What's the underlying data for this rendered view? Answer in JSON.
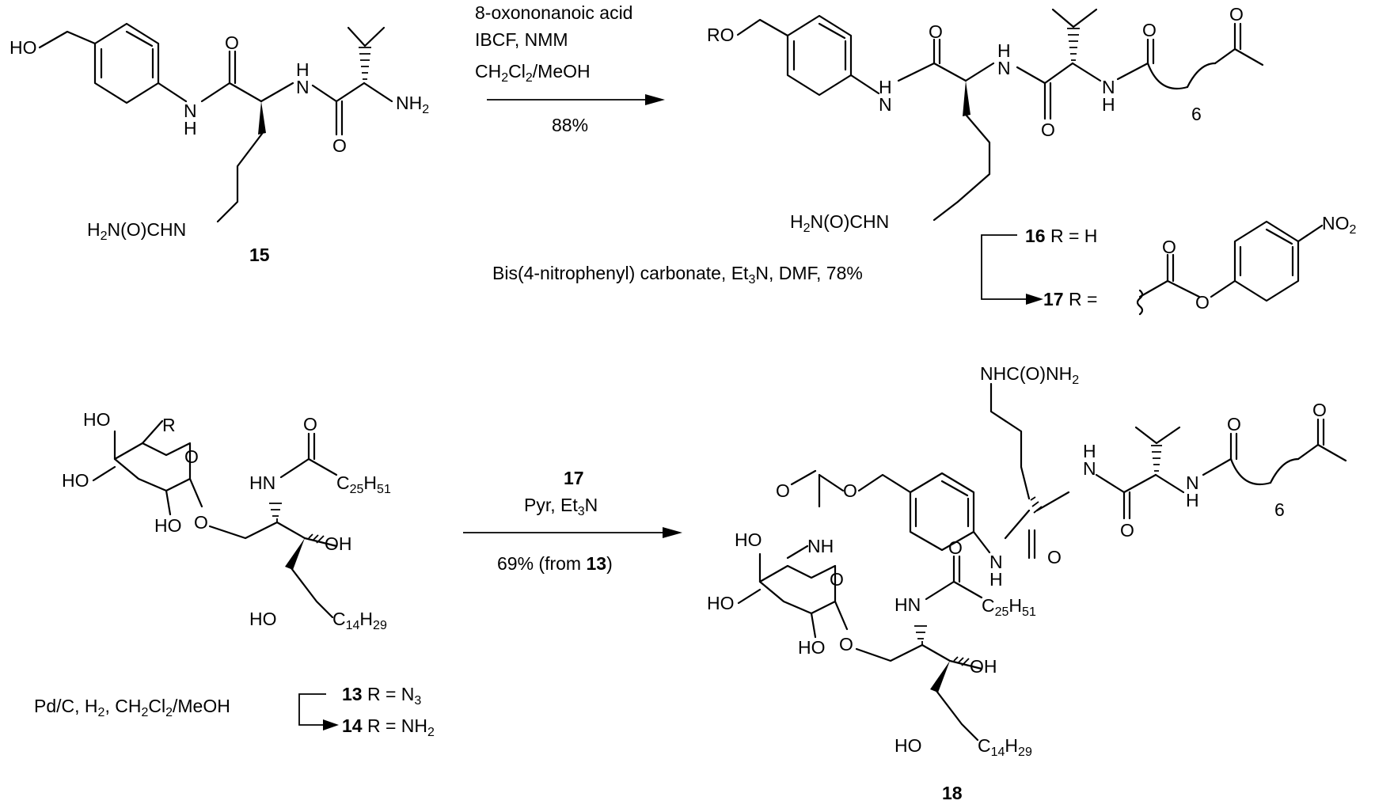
{
  "compounds": {
    "c13": {
      "number": "13",
      "label_text": " R = N",
      "sub": "3"
    },
    "c14": {
      "number": "14",
      "label_text": " R = NH",
      "sub": "2"
    },
    "c15": {
      "number": "15"
    },
    "c16": {
      "number": "16",
      "label_text": " R = H"
    },
    "c17": {
      "number": "17",
      "label_text": " R ="
    },
    "c18": {
      "number": "18"
    }
  },
  "reactions": {
    "step1": {
      "reagent_line1": "8-oxononanoic acid",
      "reagent_line2": "IBCF, NMM",
      "solvent_a": "CH",
      "solvent_sub_a": "2",
      "solvent_b": "Cl",
      "solvent_sub_b": "2",
      "solvent_c": "/MeOH",
      "yield": "88%"
    },
    "step2": {
      "reagent_a": "Bis(4-nitrophenyl) carbonate, Et",
      "reagent_sub": "3",
      "reagent_b": "N, DMF, 78%"
    },
    "step3": {
      "reagent_number": "17",
      "conditions_a": "Pyr, Et",
      "conditions_sub": "3",
      "conditions_b": "N",
      "yield_a": "69% (from ",
      "yield_bold": "13",
      "yield_c": ")"
    },
    "step4": {
      "a": "Pd/C, H",
      "s1": "2",
      "b": ", CH",
      "s2": "2",
      "c": "Cl",
      "s3": "2",
      "d": "/MeOH"
    }
  },
  "atom_labels": {
    "HO": "HO",
    "RO": "RO",
    "R": "R",
    "O": "O",
    "OH": "OH",
    "H": "H",
    "N": "N",
    "HN": "HN",
    "NH": "NH",
    "NH2_main": "NH",
    "NH2_sub": "2",
    "urea_a": "H",
    "urea_s": "2",
    "urea_b": "N(O)CHN",
    "urea2_a": "NHC(O)NH",
    "urea2_s": "2",
    "chain_count": "6",
    "C25_a": "C",
    "C25_s1": "25",
    "C25_b": "H",
    "C25_s2": "51",
    "C14_a": "C",
    "C14_s1": "14",
    "C14_b": "H",
    "C14_s2": "29",
    "NO2_a": "NO",
    "NO2_s": "2"
  }
}
